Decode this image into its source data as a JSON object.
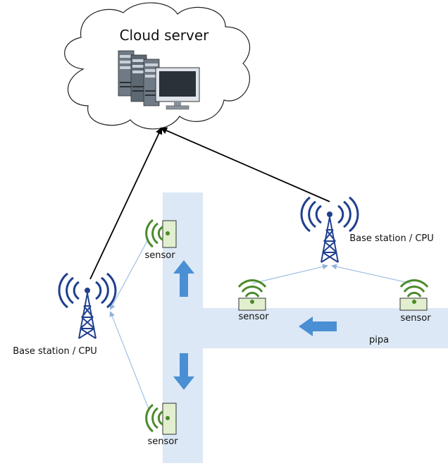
{
  "cloud": {
    "label": "Cloud server"
  },
  "base_stations": [
    {
      "label": "Base station / CPU"
    },
    {
      "label": "Base station / CPU"
    }
  ],
  "sensors": [
    {
      "label": "sensor"
    },
    {
      "label": "sensor"
    },
    {
      "label": "sensor"
    },
    {
      "label": "sensor"
    }
  ],
  "pipe": {
    "label": "pipa"
  },
  "colors": {
    "pipe": "#dce8f5",
    "flow_arrow": "#4a8fd4",
    "signal_green": "#4a8a2a",
    "tower_blue": "#1f3f8f",
    "link_dotted": "#8fb4dc",
    "uplink": "#000000"
  }
}
